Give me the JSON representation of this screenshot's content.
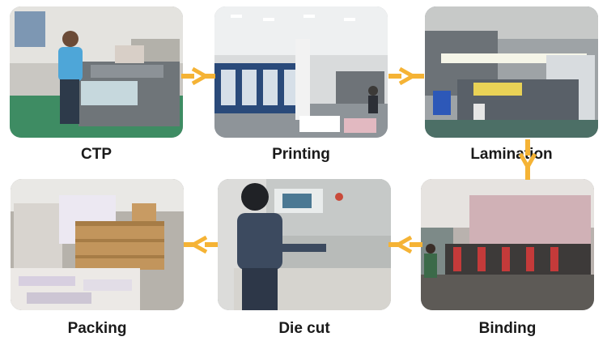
{
  "accent_color": "#f5b335",
  "steps": [
    {
      "label": "CTP"
    },
    {
      "label": "Printing"
    },
    {
      "label": "Lamination"
    },
    {
      "label": "Binding"
    },
    {
      "label": "Die cut"
    },
    {
      "label": "Packing"
    }
  ]
}
